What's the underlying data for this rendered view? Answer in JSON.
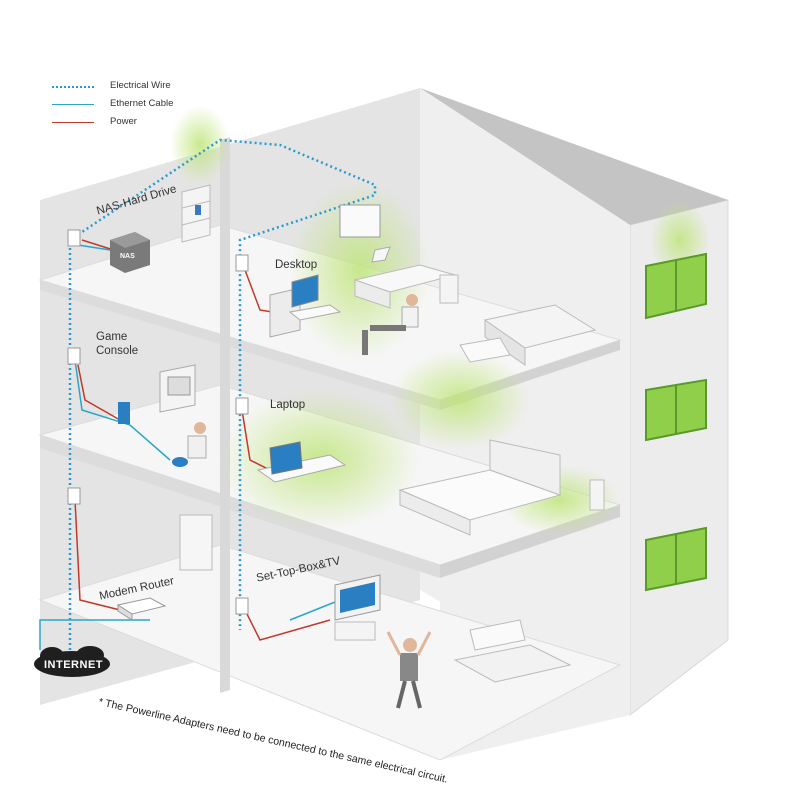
{
  "legend": [
    {
      "label": "Electrical Wire",
      "color": "#2a9bd0",
      "style": "dotted"
    },
    {
      "label": "Ethernet Cable",
      "color": "#2aa6c8",
      "style": "solid"
    },
    {
      "label": "Power",
      "color": "#c0392b",
      "style": "solid"
    }
  ],
  "rooms": {
    "nas": "NAS-Hard Drive",
    "desktop": "Desktop",
    "game": "Game Console",
    "laptop": "Laptop",
    "modem": "Modem Router",
    "settop": "Set-Top-Box&TV"
  },
  "nas_device_label": "NAS",
  "internet_label": "INTERNET",
  "footnote": "* The Powerline Adapters need to be connected to the same electrical circuit.",
  "colors": {
    "wall": "#e6e6e6",
    "floor": "#f4f4f4",
    "roof": "#c9c9c9",
    "window": "#8fcf4a",
    "glow": "#c7e88a"
  }
}
